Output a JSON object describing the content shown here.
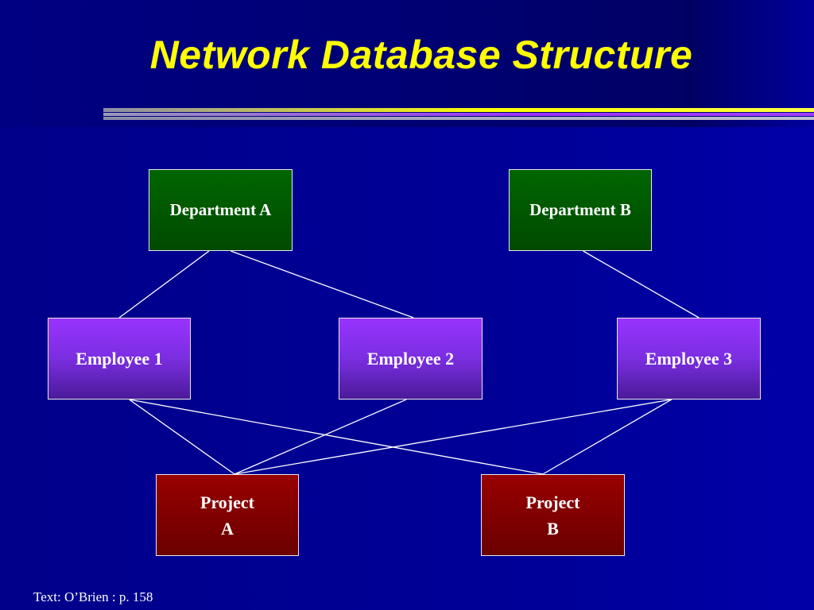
{
  "title": "Network Database Structure",
  "footer": "Text: O’Brien : p. 158",
  "colors": {
    "background": "#000099",
    "title": "#ffff00",
    "department_fill": "#006600",
    "employee_fill": "#9933ff",
    "project_fill": "#990000",
    "connector": "#ffffff"
  },
  "nodes": {
    "department_a": {
      "line1": "Department A"
    },
    "department_b": {
      "line1": "Department B"
    },
    "employee_1": {
      "line1": "Employee 1"
    },
    "employee_2": {
      "line1": "Employee 2"
    },
    "employee_3": {
      "line1": "Employee 3"
    },
    "project_a": {
      "line1": "Project",
      "line2": "A"
    },
    "project_b": {
      "line1": "Project",
      "line2": "B"
    }
  },
  "links": [
    [
      "department_a",
      "employee_1"
    ],
    [
      "department_a",
      "employee_2"
    ],
    [
      "department_b",
      "employee_3"
    ],
    [
      "employee_1",
      "project_a"
    ],
    [
      "employee_1",
      "project_b"
    ],
    [
      "employee_2",
      "project_a"
    ],
    [
      "employee_3",
      "project_a"
    ],
    [
      "employee_3",
      "project_b"
    ]
  ]
}
